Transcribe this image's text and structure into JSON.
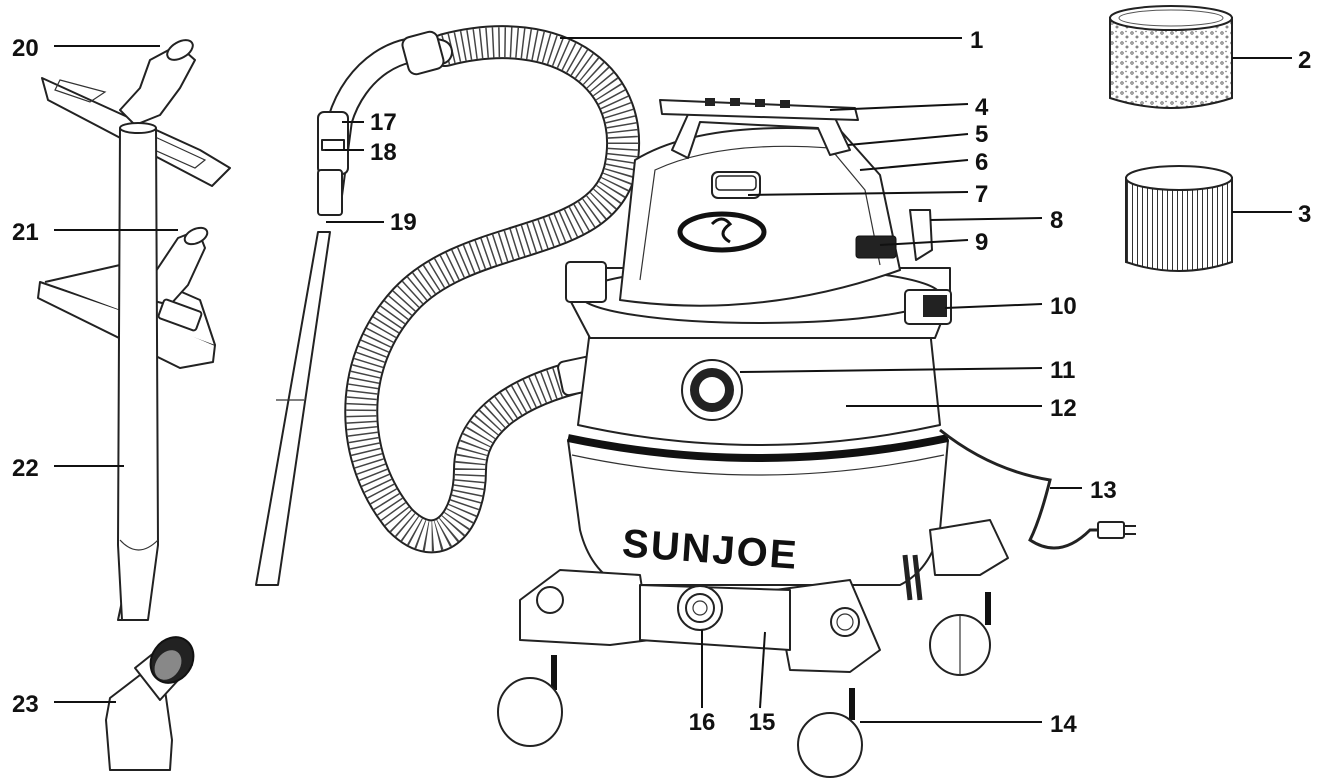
{
  "brand": "SUNJOE",
  "callouts": [
    {
      "id": "1",
      "label": "1"
    },
    {
      "id": "2",
      "label": "2"
    },
    {
      "id": "3",
      "label": "3"
    },
    {
      "id": "4",
      "label": "4"
    },
    {
      "id": "5",
      "label": "5"
    },
    {
      "id": "6",
      "label": "6"
    },
    {
      "id": "7",
      "label": "7"
    },
    {
      "id": "8",
      "label": "8"
    },
    {
      "id": "9",
      "label": "9"
    },
    {
      "id": "10",
      "label": "10"
    },
    {
      "id": "11",
      "label": "11"
    },
    {
      "id": "12",
      "label": "12"
    },
    {
      "id": "13",
      "label": "13"
    },
    {
      "id": "14",
      "label": "14"
    },
    {
      "id": "15",
      "label": "15"
    },
    {
      "id": "16",
      "label": "16"
    },
    {
      "id": "17",
      "label": "17"
    },
    {
      "id": "18",
      "label": "18"
    },
    {
      "id": "19",
      "label": "19"
    },
    {
      "id": "20",
      "label": "20"
    },
    {
      "id": "21",
      "label": "21"
    },
    {
      "id": "22",
      "label": "22"
    },
    {
      "id": "23",
      "label": "23"
    }
  ]
}
